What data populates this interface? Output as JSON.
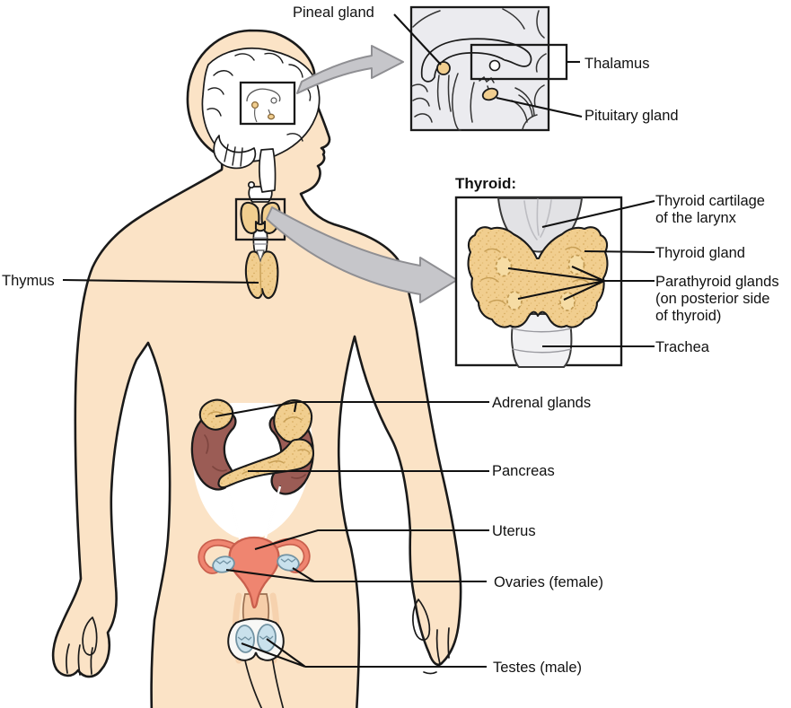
{
  "diagram": {
    "insets": {
      "brain": {
        "labels": {
          "pineal": "Pineal gland",
          "thalamus": "Thalamus",
          "pituitary": "Pituitary gland"
        }
      },
      "thyroid": {
        "title": "Thyroid:",
        "labels": {
          "cartilage_line1": "Thyroid cartilage",
          "cartilage_line2": "of the larynx",
          "gland": "Thyroid gland",
          "parathyroid_line1": "Parathyroid glands",
          "parathyroid_line2": "(on posterior side",
          "parathyroid_line3": "of thyroid)",
          "trachea": "Trachea"
        }
      }
    },
    "body_labels": {
      "thymus": "Thymus",
      "adrenal": "Adrenal glands",
      "pancreas": "Pancreas",
      "uterus": "Uterus",
      "ovaries": "Ovaries (female)",
      "testes": "Testes (male)"
    }
  },
  "colors": {
    "skin": "#FBE3C6",
    "outline": "#1a1a1a",
    "organ_tan": "#F1CE8F",
    "kidney": "#9B5C55",
    "uterus": "#EF8570",
    "uterus_outline": "#C95F4D",
    "gonad_blue": "#C9E1EC",
    "gonad_outline": "#7293A3",
    "inset_gray": "#EBEBEF",
    "cartilage_gray": "#E2E2E5",
    "arrow_gray": "#C6C6CA",
    "arrow_outline": "#8F8F93",
    "label_color": "#111111"
  }
}
